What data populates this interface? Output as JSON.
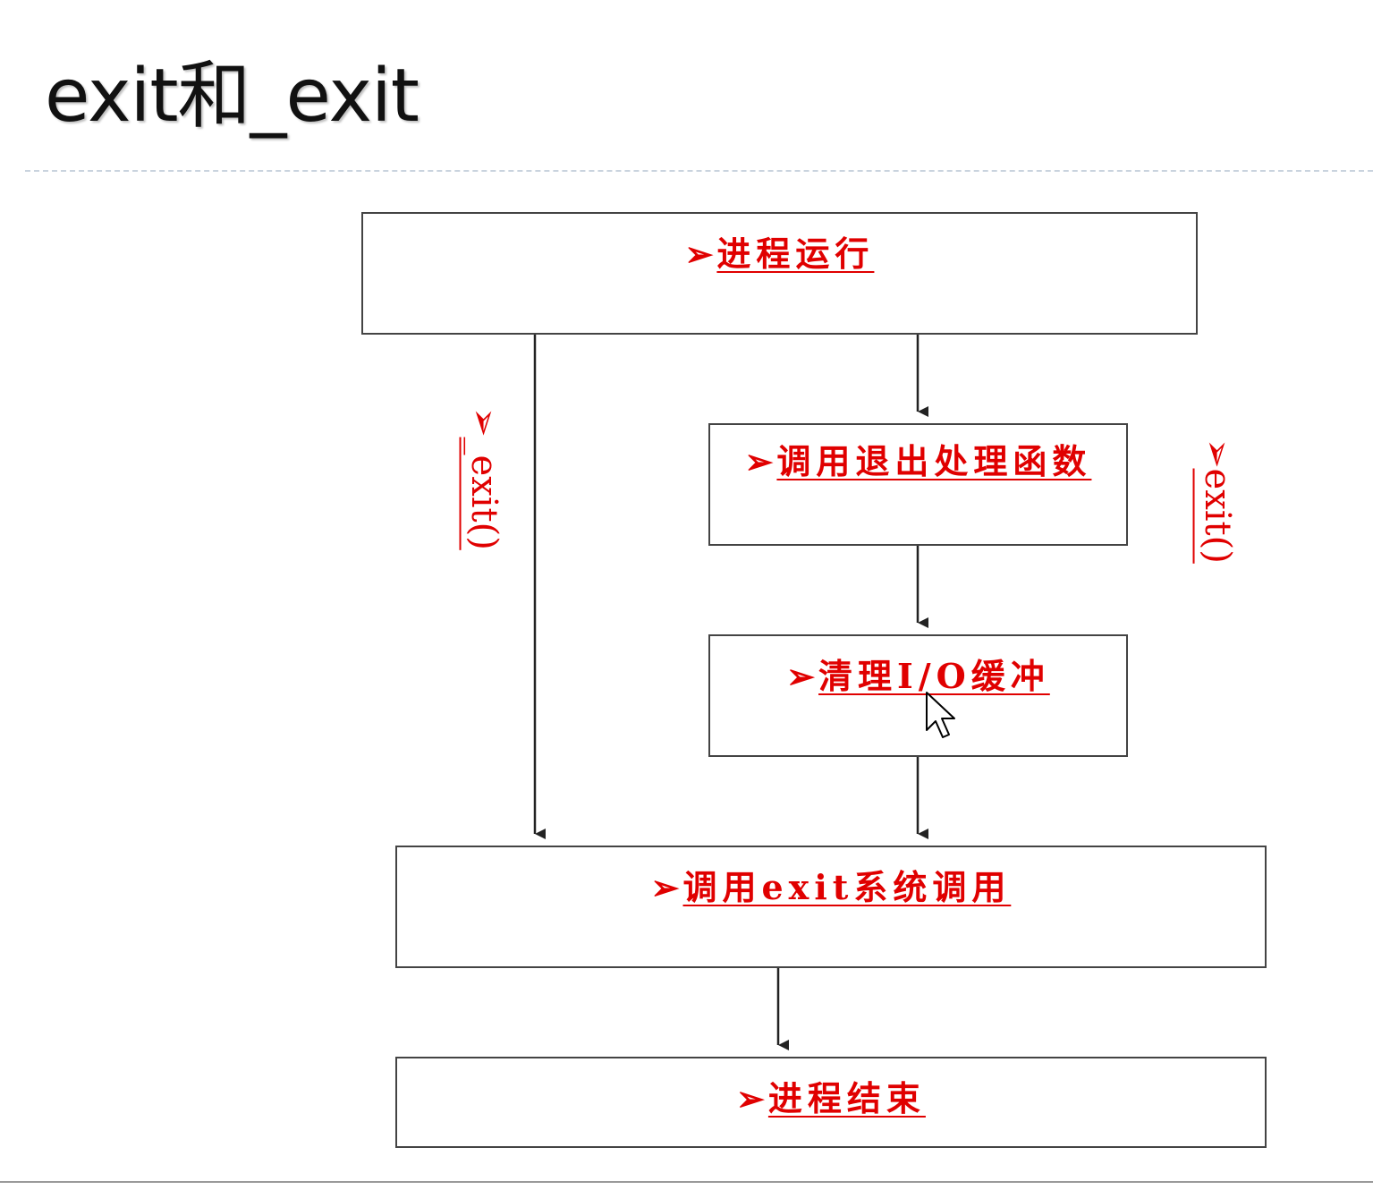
{
  "title": "exit和_exit",
  "colors": {
    "label": "#e00000",
    "border": "#444444",
    "arrow": "#222222"
  },
  "bullet": "➢",
  "diagram": {
    "nodes": [
      {
        "id": "process-run",
        "label": "进程运行"
      },
      {
        "id": "call-exit-handlers",
        "label": "调用退出处理函数"
      },
      {
        "id": "flush-io",
        "label": "清理I/O缓冲"
      },
      {
        "id": "exit-syscall",
        "label": "调用exit系统调用"
      },
      {
        "id": "process-end",
        "label": "进程结束"
      }
    ],
    "edges": [
      {
        "from": "process-run",
        "to": "call-exit-handlers"
      },
      {
        "from": "call-exit-handlers",
        "to": "flush-io"
      },
      {
        "from": "flush-io",
        "to": "exit-syscall"
      },
      {
        "from": "process-run",
        "to": "exit-syscall"
      },
      {
        "from": "exit-syscall",
        "to": "process-end"
      }
    ],
    "path_labels": {
      "left": "_exit()",
      "right": "exit()"
    }
  }
}
